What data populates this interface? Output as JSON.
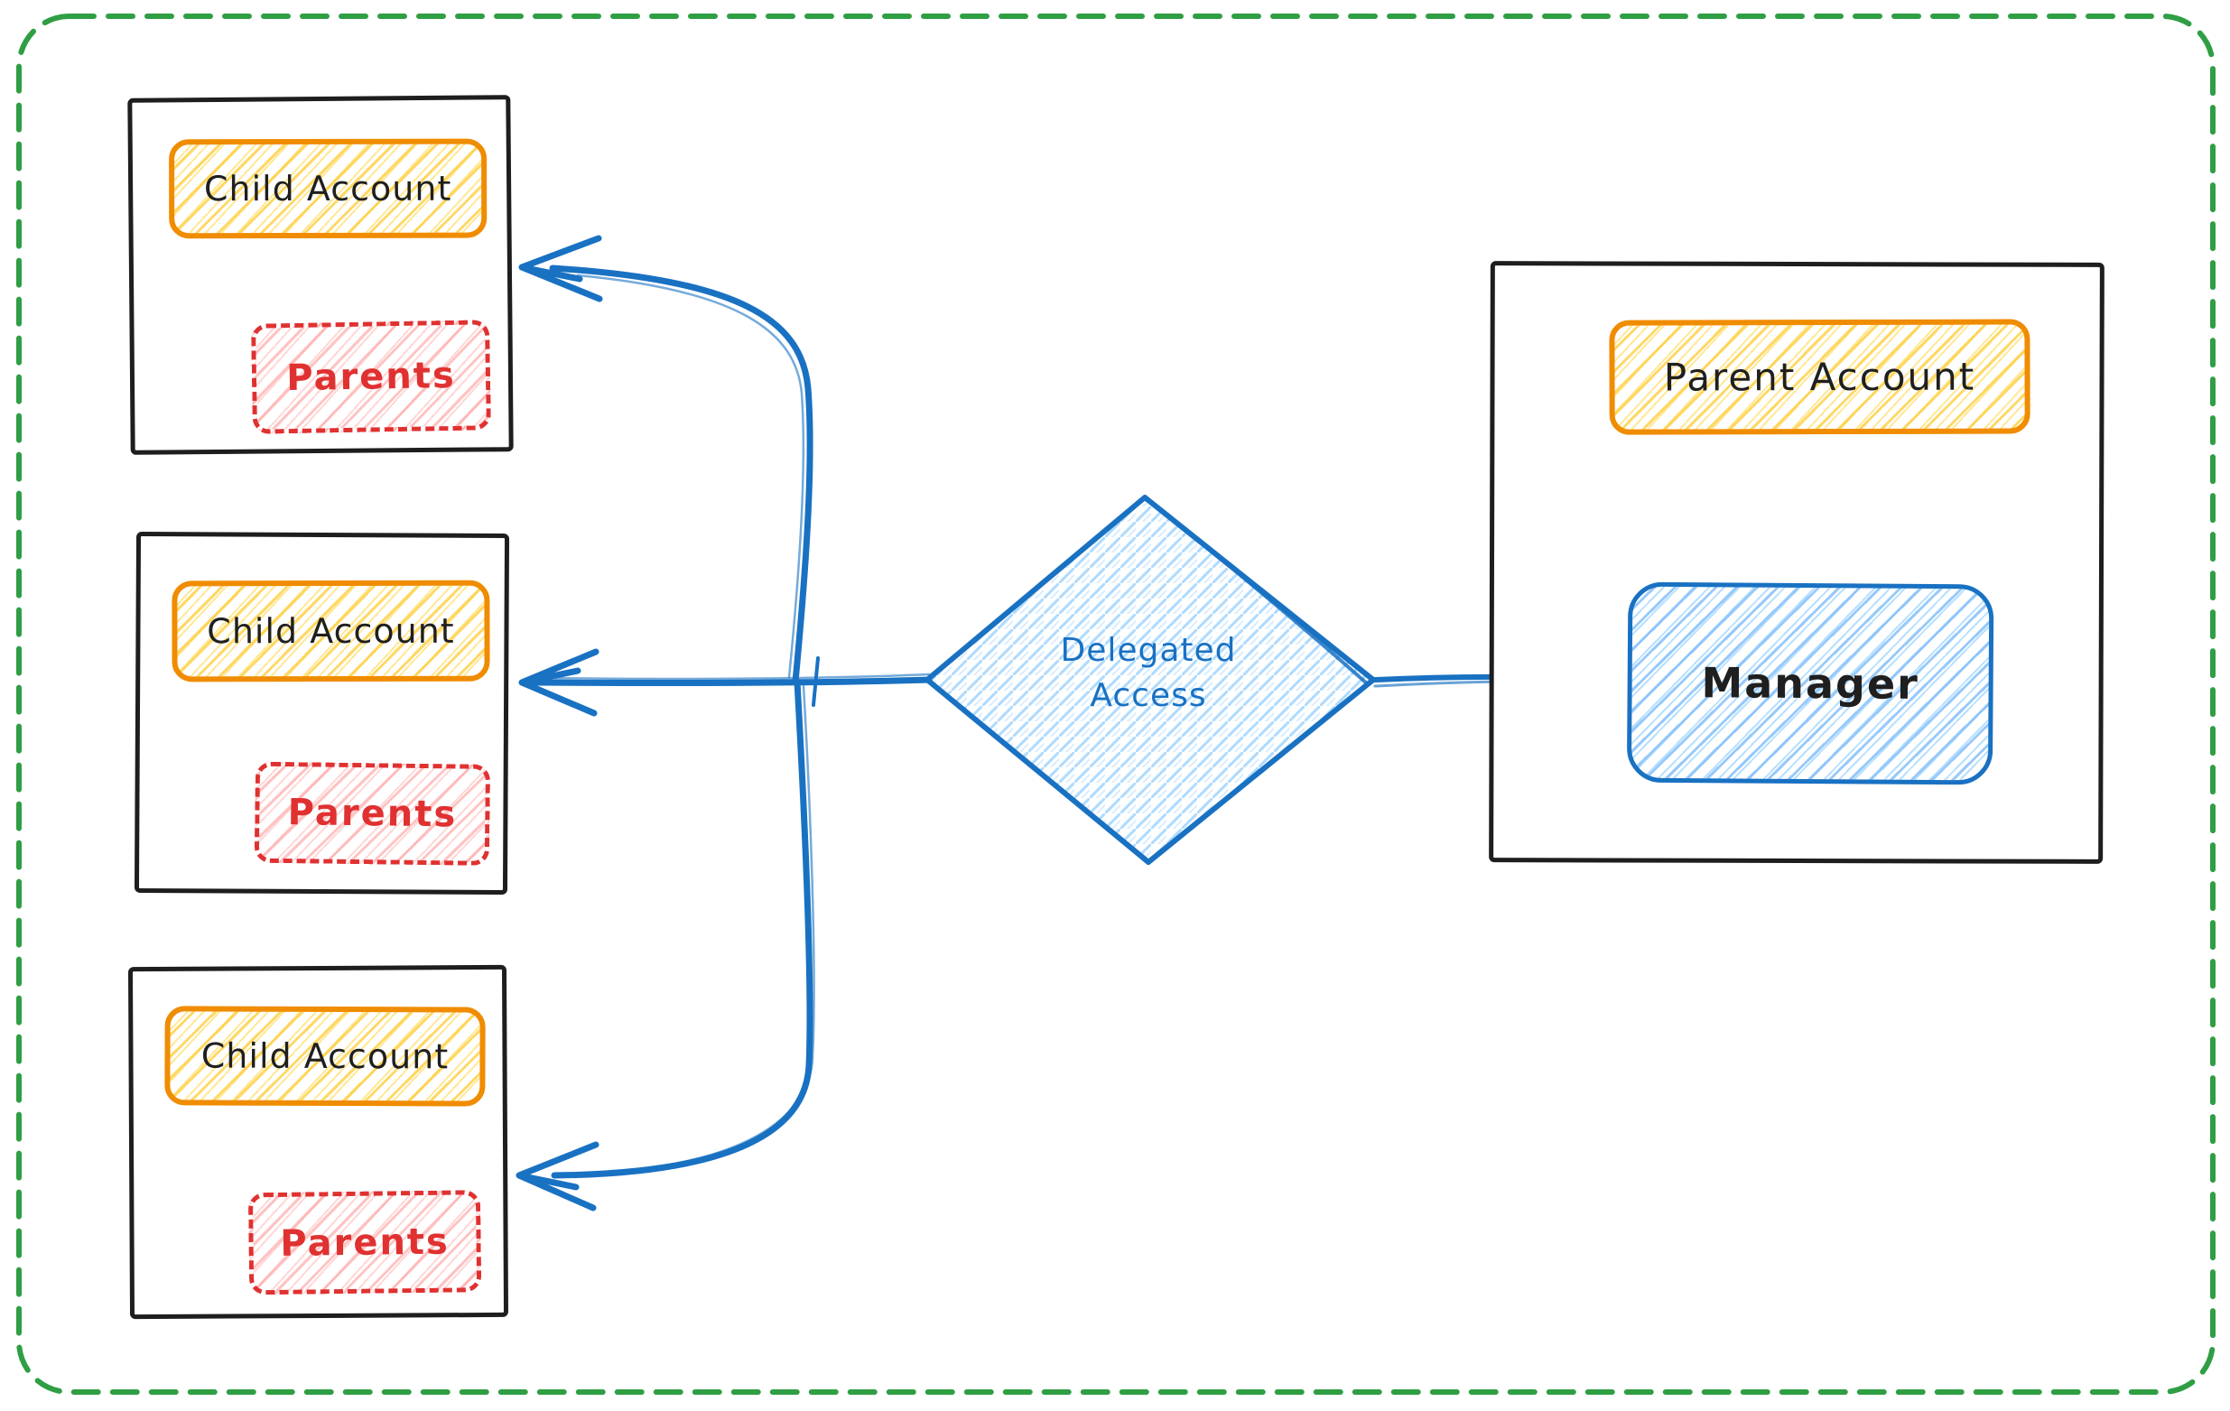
{
  "diagram": {
    "children": [
      {
        "title": "Child Account",
        "badge": "Parents"
      },
      {
        "title": "Child Account",
        "badge": "Parents"
      },
      {
        "title": "Child Account",
        "badge": "Parents"
      }
    ],
    "parent": {
      "title": "Parent Account",
      "manager": "Manager"
    },
    "decision": {
      "line1": "Delegated",
      "line2": "Access"
    }
  },
  "colors": {
    "frame_green": "#2f9e44",
    "sketch_black": "#1e1e1e",
    "accent_orange": "#f08c00",
    "hatch_yellow": "#ffd43b",
    "accent_red": "#e03131",
    "hatch_pink": "#ffc9c9",
    "accent_blue": "#1971c2",
    "hatch_light_blue": "#a5d8ff"
  }
}
